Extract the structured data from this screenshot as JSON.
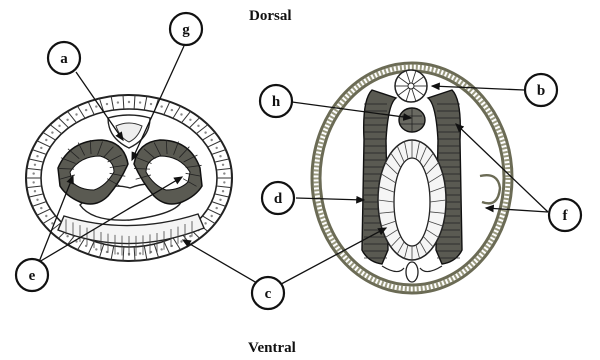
{
  "orientation": {
    "top": "Dorsal",
    "bottom": "Ventral"
  },
  "labels": {
    "a": "a",
    "b": "b",
    "c": "c",
    "d": "d",
    "e": "e",
    "f": "f",
    "g": "g",
    "h": "h"
  }
}
